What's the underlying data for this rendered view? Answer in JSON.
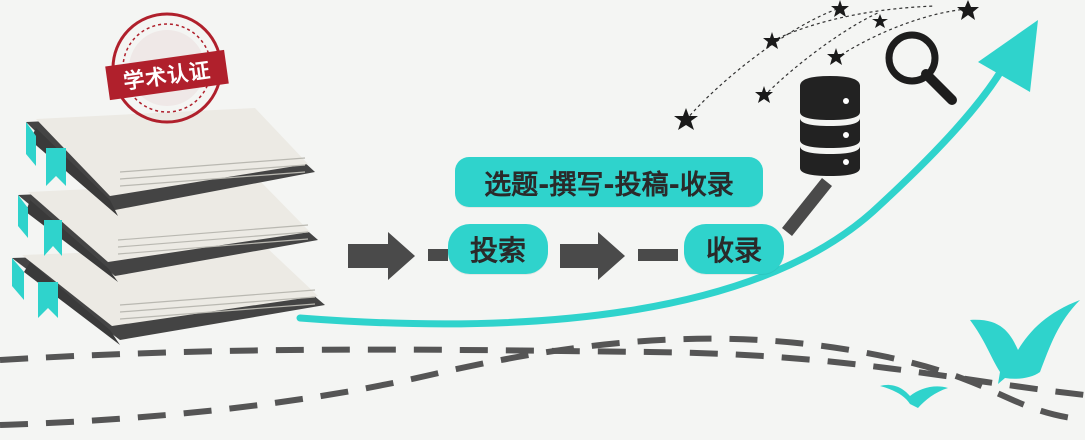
{
  "stamp": {
    "label": "学术认证"
  },
  "process": {
    "summary": "选题-撰写-投稿-收录",
    "step1": "投索",
    "step2": "收录"
  },
  "colors": {
    "accent": "#2fd3cc",
    "dark": "#444444",
    "stamp_red": "#b0202c",
    "background": "#f4f5f3"
  },
  "icons": [
    "book-stack-icon",
    "certification-stamp-icon",
    "database-icon",
    "magnifier-icon",
    "star-icon",
    "bird-icon",
    "growth-arrow-icon"
  ]
}
